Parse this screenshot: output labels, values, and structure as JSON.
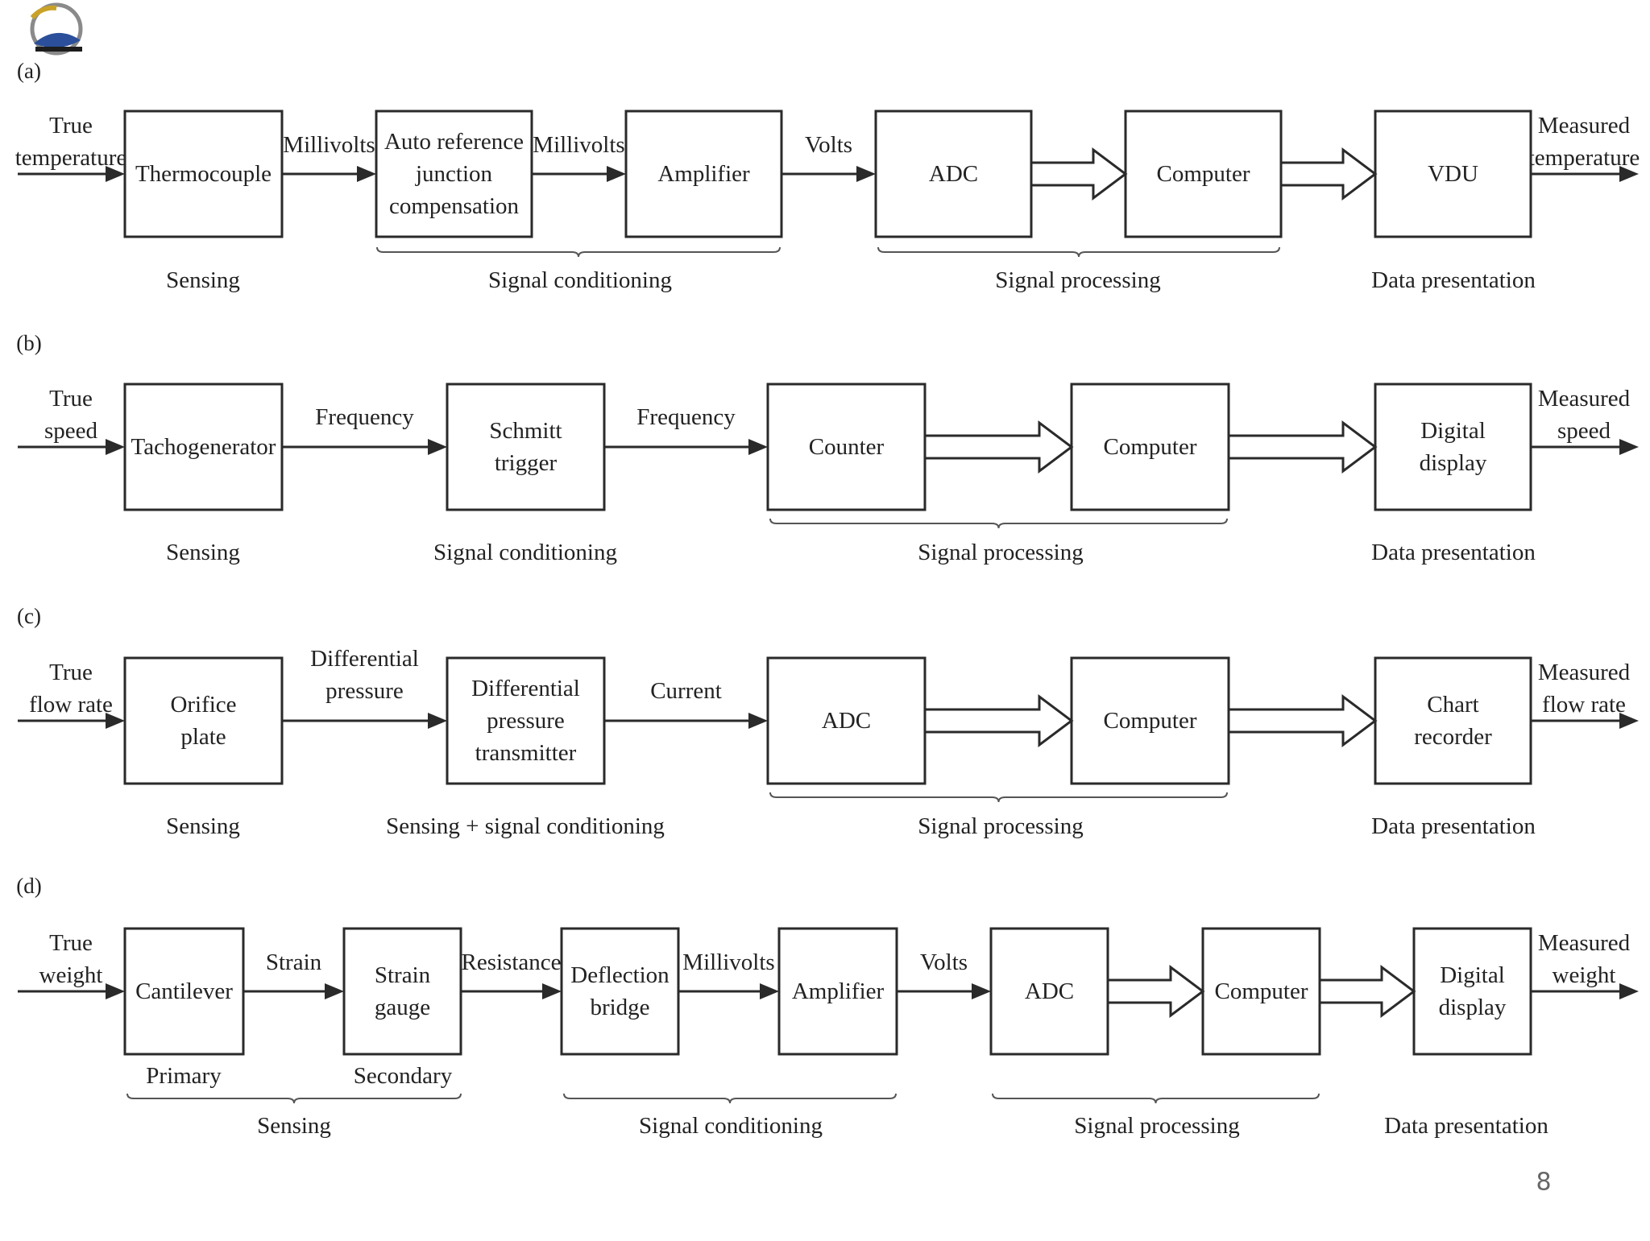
{
  "page_number": "8",
  "logo": {
    "icon": "university-logo-icon"
  },
  "panels": [
    {
      "label": "(a)",
      "input": [
        "True",
        "temperature"
      ],
      "output": [
        "Measured",
        "temperature"
      ],
      "blocks": [
        [
          "Thermocouple"
        ],
        [
          "Auto reference",
          "junction",
          "compensation"
        ],
        [
          "Amplifier"
        ],
        [
          "ADC"
        ],
        [
          "Computer"
        ],
        [
          "VDU"
        ]
      ],
      "links": [
        {
          "kind": "arrow",
          "label": [
            "Millivolts"
          ]
        },
        {
          "kind": "arrow",
          "label": [
            "Millivolts"
          ]
        },
        {
          "kind": "arrow",
          "label": [
            "Volts"
          ]
        },
        {
          "kind": "hollow",
          "label": []
        },
        {
          "kind": "hollow",
          "label": []
        }
      ],
      "stages": [
        {
          "text": "Sensing",
          "brace": false
        },
        {
          "text": "Signal conditioning",
          "brace": true
        },
        {
          "text": "Signal processing",
          "brace": true
        },
        {
          "text": "Data presentation",
          "brace": false
        }
      ]
    },
    {
      "label": "(b)",
      "input": [
        "True",
        "speed"
      ],
      "output": [
        "Measured",
        "speed"
      ],
      "blocks": [
        [
          "Tachogenerator"
        ],
        [
          "Schmitt",
          "trigger"
        ],
        [
          "Counter"
        ],
        [
          "Computer"
        ],
        [
          "Digital",
          "display"
        ]
      ],
      "links": [
        {
          "kind": "arrow",
          "label": [
            "Frequency"
          ]
        },
        {
          "kind": "arrow",
          "label": [
            "Frequency"
          ]
        },
        {
          "kind": "hollow",
          "label": []
        },
        {
          "kind": "hollow",
          "label": []
        }
      ],
      "stages": [
        {
          "text": "Sensing",
          "brace": false
        },
        {
          "text": "Signal conditioning",
          "brace": false
        },
        {
          "text": "Signal processing",
          "brace": true
        },
        {
          "text": "Data presentation",
          "brace": false
        }
      ]
    },
    {
      "label": "(c)",
      "input": [
        "True",
        "flow rate"
      ],
      "output": [
        "Measured",
        "flow rate"
      ],
      "blocks": [
        [
          "Orifice",
          "plate"
        ],
        [
          "Differential",
          "pressure",
          "transmitter"
        ],
        [
          "ADC"
        ],
        [
          "Computer"
        ],
        [
          "Chart",
          "recorder"
        ]
      ],
      "links": [
        {
          "kind": "arrow",
          "label": [
            "Differential",
            "pressure"
          ]
        },
        {
          "kind": "arrow",
          "label": [
            "Current"
          ]
        },
        {
          "kind": "hollow",
          "label": []
        },
        {
          "kind": "hollow",
          "label": []
        }
      ],
      "stages": [
        {
          "text": "Sensing",
          "brace": false
        },
        {
          "text": "Sensing + signal conditioning",
          "brace": false
        },
        {
          "text": "Signal processing",
          "brace": true
        },
        {
          "text": "Data presentation",
          "brace": false
        }
      ]
    },
    {
      "label": "(d)",
      "input": [
        "True",
        "weight"
      ],
      "output": [
        "Measured",
        "weight"
      ],
      "blocks": [
        [
          "Cantilever"
        ],
        [
          "Strain",
          "gauge"
        ],
        [
          "Deflection",
          "bridge"
        ],
        [
          "Amplifier"
        ],
        [
          "ADC"
        ],
        [
          "Computer"
        ],
        [
          "Digital",
          "display"
        ]
      ],
      "links": [
        {
          "kind": "arrow",
          "label": [
            "Strain"
          ]
        },
        {
          "kind": "arrow",
          "label": [
            "Resistance"
          ]
        },
        {
          "kind": "arrow",
          "label": [
            "Millivolts"
          ]
        },
        {
          "kind": "arrow",
          "label": [
            "Volts"
          ]
        },
        {
          "kind": "hollow",
          "label": []
        },
        {
          "kind": "hollow",
          "label": []
        }
      ],
      "sublabels": [
        "Primary",
        "Secondary"
      ],
      "stages": [
        {
          "text": "Sensing",
          "brace": true
        },
        {
          "text": "Signal conditioning",
          "brace": true
        },
        {
          "text": "Signal processing",
          "brace": true
        },
        {
          "text": "Data presentation",
          "brace": false
        }
      ]
    }
  ]
}
